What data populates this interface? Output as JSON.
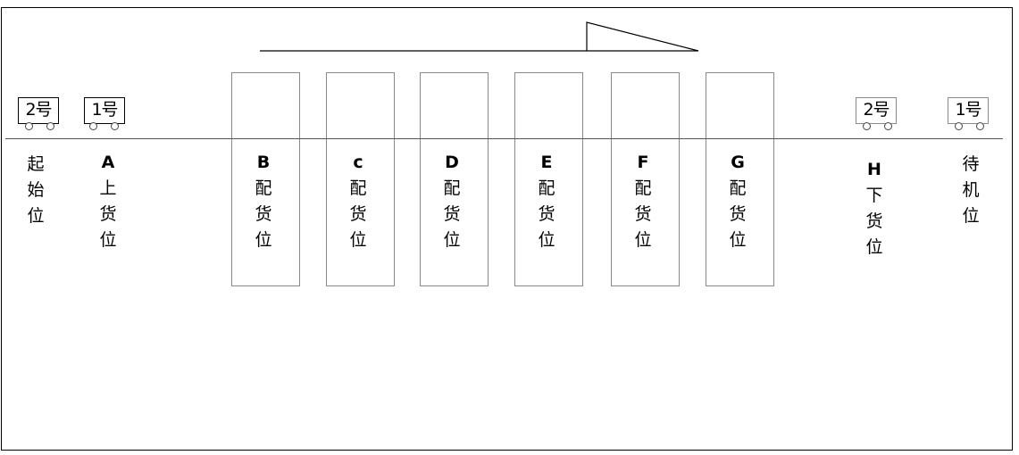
{
  "carts_left": [
    {
      "id": "cart-2-start",
      "label": "2号"
    },
    {
      "id": "cart-1-loading",
      "label": "1号"
    }
  ],
  "carts_right": [
    {
      "id": "cart-2-unloading",
      "label": "2号"
    },
    {
      "id": "cart-1-standby",
      "label": "1号"
    }
  ],
  "stations": {
    "start": {
      "chars": [
        "起",
        "始",
        "位"
      ]
    },
    "a": {
      "letter": "A",
      "chars": [
        "上",
        "货",
        "位"
      ]
    },
    "b": {
      "letter": "B",
      "chars": [
        "配",
        "货",
        "位"
      ]
    },
    "c": {
      "letter": "c",
      "chars": [
        "配",
        "货",
        "位"
      ]
    },
    "d": {
      "letter": "D",
      "chars": [
        "配",
        "货",
        "位"
      ]
    },
    "e": {
      "letter": "E",
      "chars": [
        "配",
        "货",
        "位"
      ]
    },
    "f": {
      "letter": "F",
      "chars": [
        "配",
        "货",
        "位"
      ]
    },
    "g": {
      "letter": "G",
      "chars": [
        "配",
        "货",
        "位"
      ]
    },
    "h": {
      "letter": "H",
      "chars": [
        "下",
        "货",
        "位"
      ]
    },
    "standby": {
      "chars": [
        "待",
        "机",
        "位"
      ]
    }
  },
  "colors": {
    "line": "#000000",
    "bay_border": "#8a8a8a"
  }
}
